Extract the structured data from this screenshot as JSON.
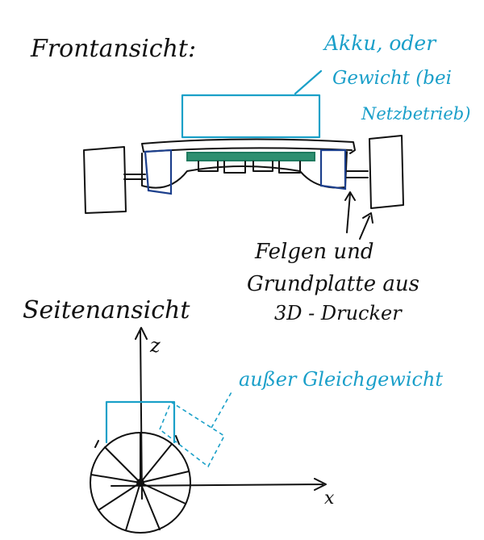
{
  "front": {
    "title": "Frontansicht:",
    "battery_label": [
      "Akku, oder",
      "Gewicht (bei",
      "Netzbetrieb)"
    ],
    "printer_label": [
      "Felgen und",
      "Grundplatte aus",
      "3D - Drucker"
    ]
  },
  "side": {
    "title": "Seitenansicht",
    "z_label": "z",
    "x_label": "x",
    "imbalance_label": "außer Gleichgewicht"
  },
  "colors": {
    "ink": "#111111",
    "battery_blue": "#1aa0c8",
    "wheel_navy": "#1c3f8c",
    "pcb_green": "#1e7a5f"
  }
}
